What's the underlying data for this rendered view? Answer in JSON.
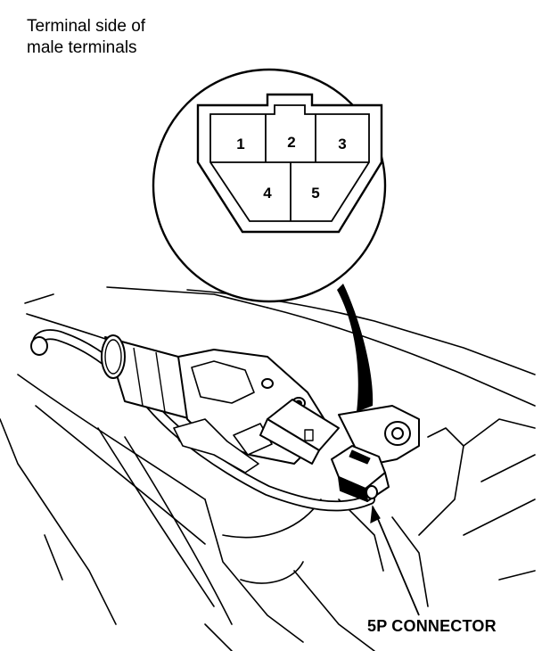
{
  "caption": {
    "line1": "Terminal side of",
    "line2": "male terminals"
  },
  "connector_label": "5P CONNECTOR",
  "pins": {
    "p1": "1",
    "p2": "2",
    "p3": "3",
    "p4": "4",
    "p5": "5"
  },
  "colors": {
    "ink": "#000000",
    "paper": "#ffffff"
  }
}
